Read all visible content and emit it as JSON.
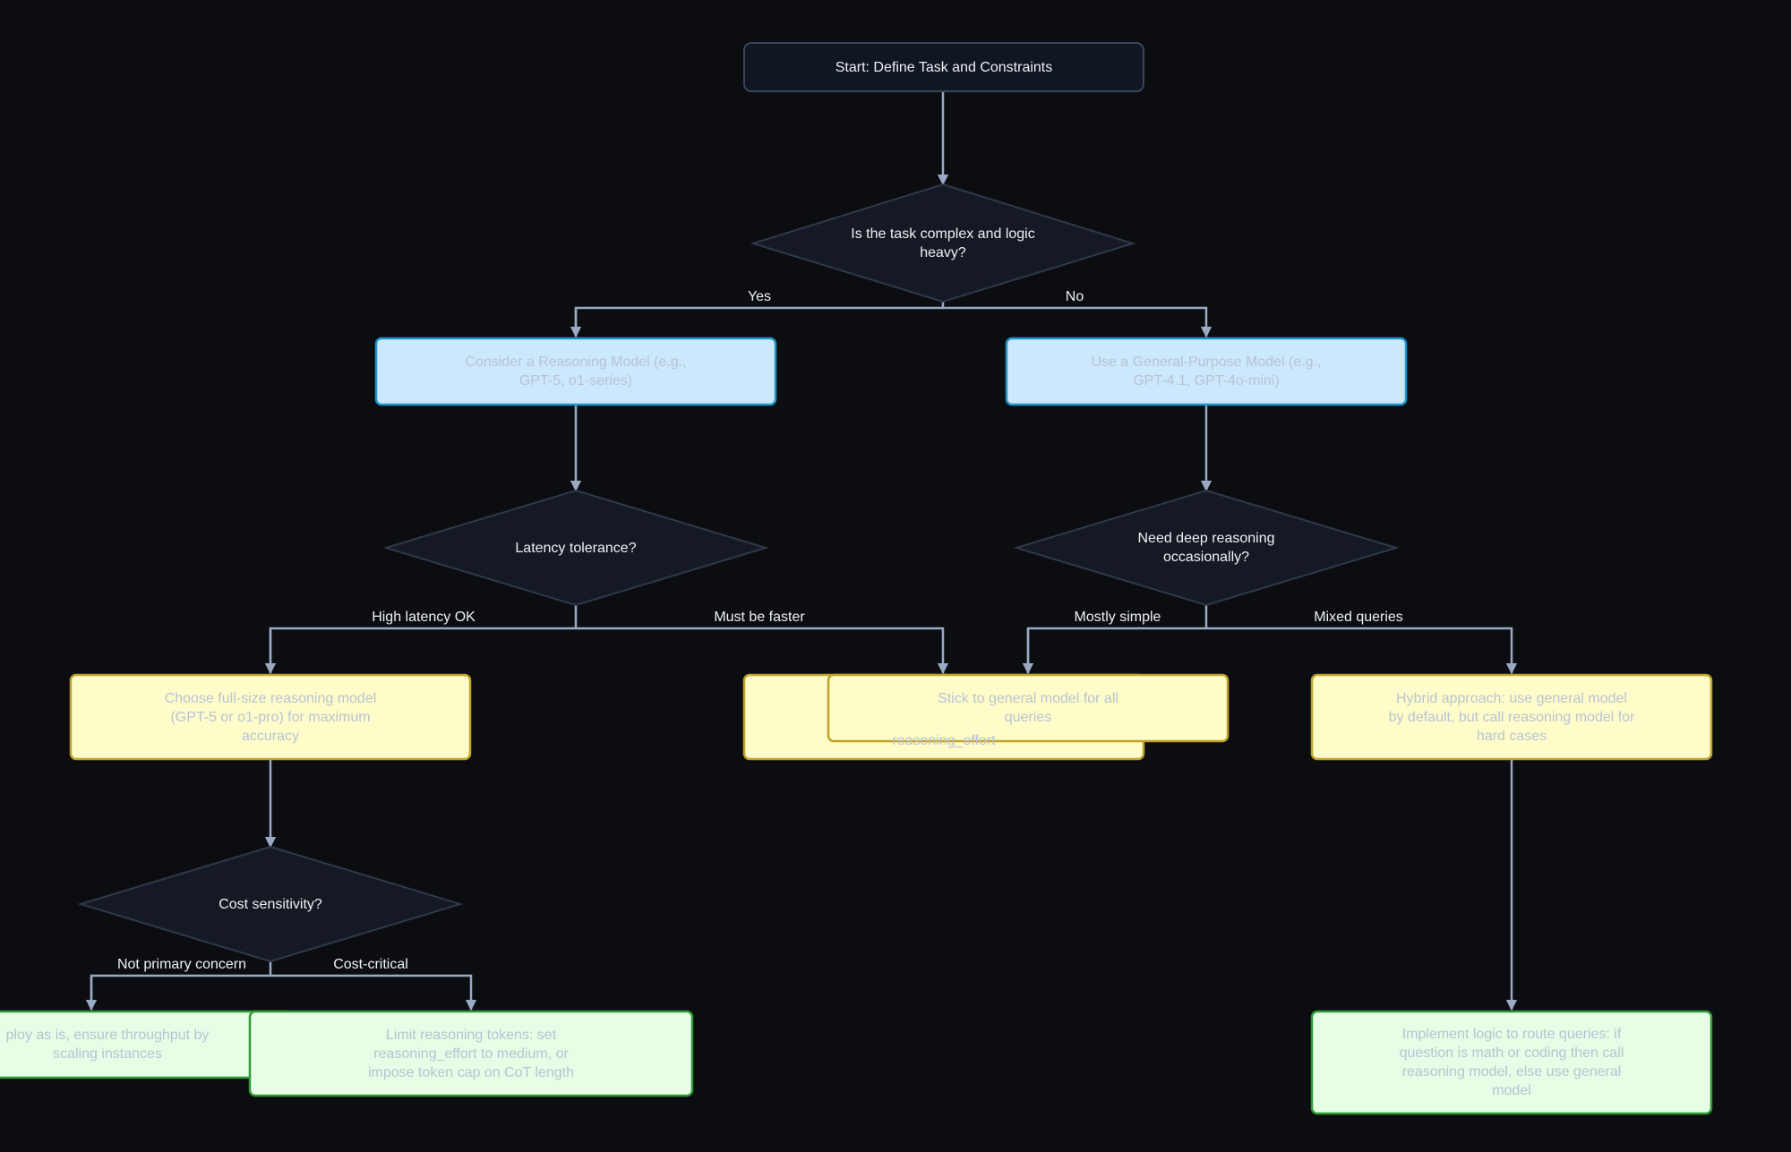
{
  "nodes": {
    "start": "Start: Define Task and Constraints",
    "q_complex": "Is the task complex and logic heavy?",
    "reasoning_model": "Consider a Reasoning Model (e.g., GPT-5, o1-series)",
    "general_model": "Use a General-Purpose Model (e.g., GPT-4.1, GPT-4o-mini)",
    "q_latency": "Latency tolerance?",
    "q_deep": "Need deep reasoning occasionally?",
    "full_size": "Choose full-size reasoning model (GPT-5 or o1-pro) for maximum accuracy",
    "hidden_faster": "reasoning_effort",
    "stick_general": "Stick to general model for all queries",
    "hybrid": "Hybrid approach: use general model by default, but call reasoning model for hard cases",
    "q_cost": "Cost sensitivity?",
    "deploy": "ploy as is, ensure throughput by scaling instances",
    "limit_tokens": "Limit reasoning tokens: set reasoning_effort to medium, or impose token cap on CoT length",
    "route_logic": "Implement logic to route queries: if question is math or coding then call reasoning model, else use general model"
  },
  "edges": {
    "yes": "Yes",
    "no": "No",
    "high_latency": "High latency OK",
    "must_faster": "Must be faster",
    "mostly_simple": "Mostly simple",
    "mixed": "Mixed queries",
    "not_primary": "Not primary concern",
    "cost_critical": "Cost-critical"
  },
  "colors": {
    "background": "#0c0d11",
    "connector": "#9aaac4",
    "decision_fill": "#141923",
    "blue_fill": "#cbe8fc",
    "blue_border": "#1d95c9",
    "yellow_fill": "#fefdca",
    "yellow_border": "#bfa327",
    "green_fill": "#e6fde6",
    "green_border": "#2e9a33"
  }
}
